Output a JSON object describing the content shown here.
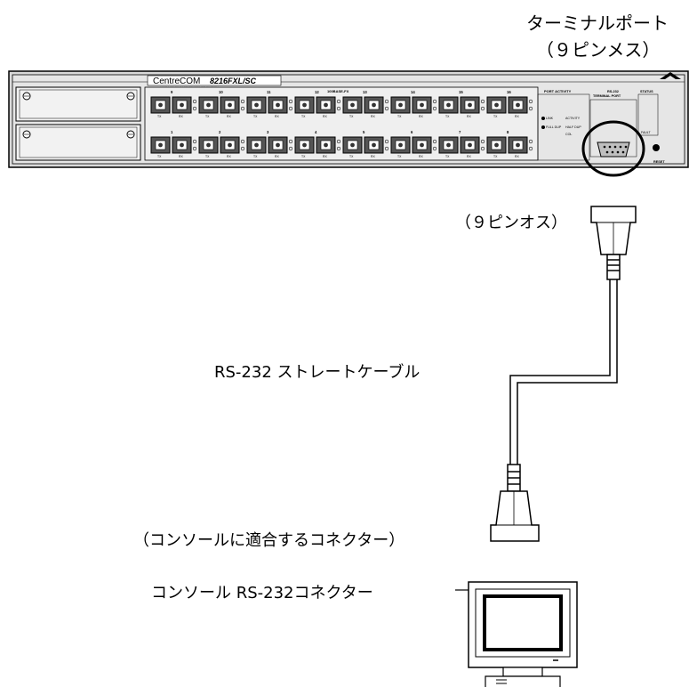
{
  "labels": {
    "terminal_port_line1": "ターミナルポート",
    "terminal_port_line2": "（９ピンメス）",
    "male_connector": "（９ピンオス）",
    "cable": "RS-232 ストレートケーブル",
    "console_side_connector": "（コンソールに適合するコネクター）",
    "console_rs232": "コンソール RS-232コネクター"
  },
  "device": {
    "brand": "CentreCOM",
    "model": "8216FXL/SC",
    "subtitle": "100BASE-FX FAST ETHERNET SWITCH",
    "media": "100BASE-FX",
    "port_activity": "PORT ACTIVITY",
    "rs232_panel_line1": "RS-232",
    "rs232_panel_line2": "TERMINAL PORT",
    "status": "STATUS",
    "reset": "RESET",
    "fault": "FAULT",
    "legend": [
      "LINK",
      "ACTIVITY",
      "FULL DUP",
      "HALF DUP",
      "COL"
    ],
    "port_numbers_top": [
      "9",
      "10",
      "11",
      "12",
      "13",
      "14",
      "15",
      "16"
    ],
    "port_numbers_bottom": [
      "1",
      "2",
      "3",
      "4",
      "5",
      "6",
      "7",
      "8"
    ],
    "tx": "TX",
    "rx": "RX"
  }
}
